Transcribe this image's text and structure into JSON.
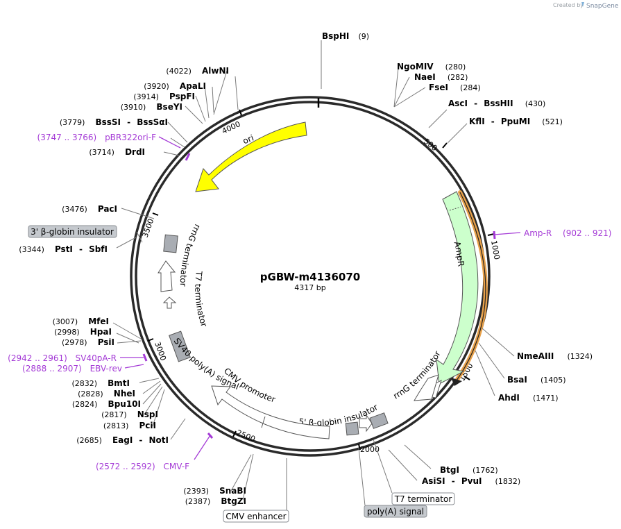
{
  "watermark": {
    "prefix": "Created by",
    "brand": "SnapGene"
  },
  "plasmid": {
    "name": "pGBW-m4136070",
    "length": "4317 bp"
  },
  "colors": {
    "ori": "#ffff00",
    "ampr": "#ccffcc",
    "primer": "#a43ad6",
    "marker": "#a9adb3",
    "orf": "#e8a14a"
  },
  "ticks": [
    "500",
    "1000",
    "1500",
    "2000",
    "2500",
    "3000",
    "3500",
    "4000"
  ],
  "sites": [
    {
      "name": "BspHI",
      "pos": "(9)"
    },
    {
      "name": "NgoMIV",
      "pos": "(280)"
    },
    {
      "name": "NaeI",
      "pos": "(282)"
    },
    {
      "name": "FseI",
      "pos": "(284)"
    },
    {
      "name": "AscI",
      "name2": "BssHII",
      "pos": "(430)"
    },
    {
      "name": "KflI",
      "name2": "PpuMI",
      "pos": "(521)"
    },
    {
      "name": "NmeAIII",
      "pos": "(1324)"
    },
    {
      "name": "BsaI",
      "pos": "(1405)"
    },
    {
      "name": "AhdI",
      "pos": "(1471)"
    },
    {
      "name": "BtgI",
      "pos": "(1762)"
    },
    {
      "name": "AsiSI",
      "name2": "PvuI",
      "pos": "(1832)"
    },
    {
      "name": "SnaBI",
      "pos": "(2393)"
    },
    {
      "name": "BtgZI",
      "pos": "(2387)"
    },
    {
      "name": "EagI",
      "name2": "NotI",
      "pos": "(2685)"
    },
    {
      "name": "PciI",
      "pos": "(2813)"
    },
    {
      "name": "NspI",
      "pos": "(2817)"
    },
    {
      "name": "Bpu10I",
      "pos": "(2824)"
    },
    {
      "name": "NheI",
      "pos": "(2828)"
    },
    {
      "name": "BmtI",
      "pos": "(2832)"
    },
    {
      "name": "PsiI",
      "pos": "(2978)"
    },
    {
      "name": "HpaI",
      "pos": "(2998)"
    },
    {
      "name": "MfeI",
      "pos": "(3007)"
    },
    {
      "name": "PstI",
      "name2": "SbfI",
      "pos": "(3344)"
    },
    {
      "name": "PacI",
      "pos": "(3476)"
    },
    {
      "name": "DrdI",
      "pos": "(3714)"
    },
    {
      "name": "BssSI",
      "name2": "BssSαI",
      "pos": "(3779)"
    },
    {
      "name": "BseYI",
      "pos": "(3910)"
    },
    {
      "name": "PspFI",
      "pos": "(3914)"
    },
    {
      "name": "ApaLI",
      "pos": "(3920)"
    },
    {
      "name": "AlwNI",
      "pos": "(4022)"
    }
  ],
  "primers": [
    {
      "name": "pBR322ori-F",
      "range": "(3747 .. 3766)"
    },
    {
      "name": "Amp-R",
      "range": "(902 .. 921)"
    },
    {
      "name": "SV40pA-R",
      "range": "(2942 .. 2961)"
    },
    {
      "name": "EBV-rev",
      "range": "(2888 .. 2907)"
    },
    {
      "name": "CMV-F",
      "range": "(2572 .. 2592)"
    }
  ],
  "features": {
    "ori": "ori",
    "ampr": "AmpR",
    "rrng_right": "rrnG terminator",
    "beta_globin_5": "5' β-globin insulator",
    "cmv_promoter": "CMV promoter",
    "sv40": "SV40 poly(A) signal",
    "t7_left": "T7 terminator",
    "rrng_left": "rrnG terminator"
  },
  "boxed_labels": {
    "beta_globin_3": "3' β-globin insulator",
    "t7_bottom": "T7 terminator",
    "polya": "poly(A) signal",
    "cmv_enhancer": "CMV enhancer"
  }
}
